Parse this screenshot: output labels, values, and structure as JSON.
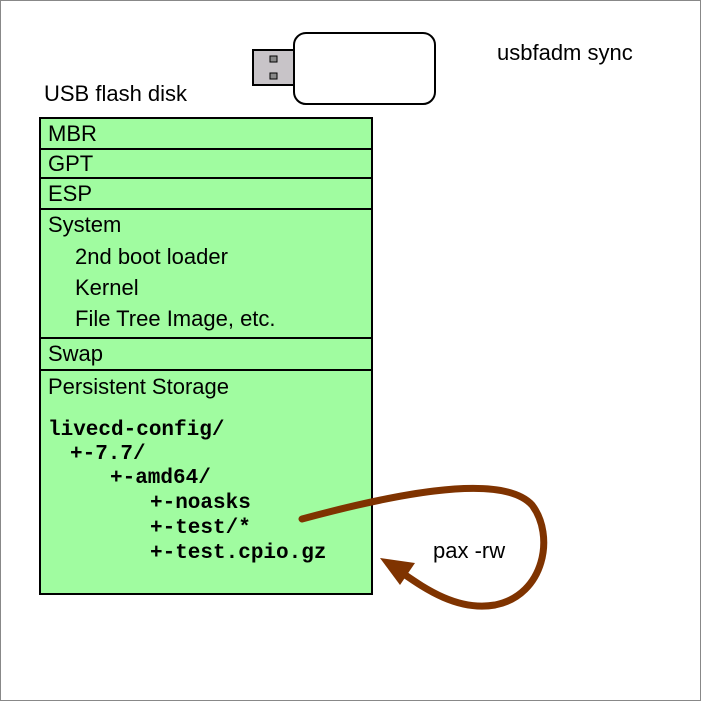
{
  "title": "USB flash disk",
  "command": "usbfadm sync",
  "arrow_label": "pax -rw",
  "partitions": {
    "mbr": "MBR",
    "gpt": "GPT",
    "esp": "ESP",
    "system": "System",
    "system_items": [
      "2nd boot loader",
      "Kernel",
      "File Tree Image, etc."
    ],
    "swap": "Swap",
    "persistent": "Persistent Storage"
  },
  "tree": [
    "livecd-config/",
    "+-7.7/",
    "+-amd64/",
    "+-noasks",
    "+-test/*",
    "+-test.cpio.gz"
  ],
  "colors": {
    "fill": "#a0fca0",
    "arrow": "#7f3300",
    "usb_plug": "#c8c4c8"
  }
}
